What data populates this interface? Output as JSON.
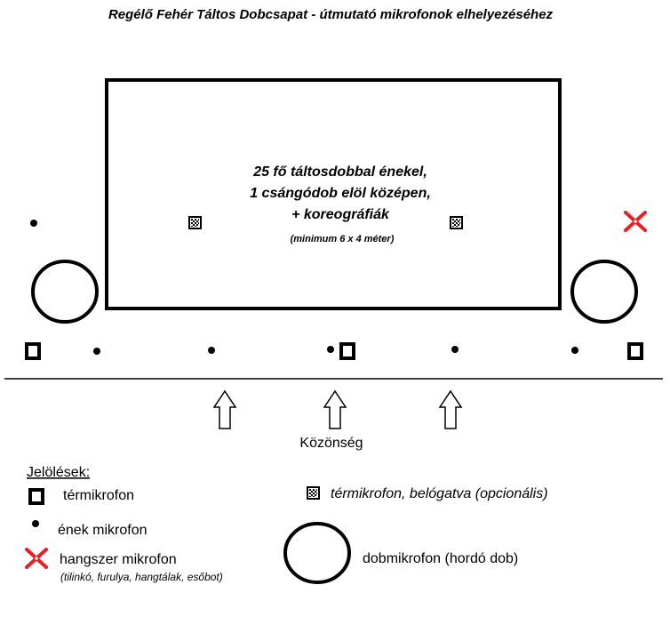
{
  "title": "Regélő Fehér Táltos Dobcsapat - útmutató mikrofonok elhelyezéséhez",
  "stage": {
    "line1": "25 fő táltosdobbal énekel,",
    "line2": "1 csángódob elöl középen,",
    "line3": "+ koreográfiák",
    "note": "(minimum 6 x 4 méter)"
  },
  "audience": "Közönség",
  "legend": {
    "heading": "Jelölések:",
    "room_mic": "térmikrofon",
    "room_mic_hanging": "térmikrofon, belógatva (opcionális)",
    "vocal_mic": "ének mikrofon",
    "instrument_mic": "hangszer mikrofon",
    "instrument_note": "(tilinkó, furulya, hangtálak, esőbot)",
    "drum_mic": "dobmikrofon (hordó dob)"
  },
  "colors": {
    "ink": "#000000",
    "instrument_mark": "#ee1c24",
    "background": "#ffffff"
  },
  "icons": {
    "room_mic": "square-outline-icon",
    "room_mic_hanging": "checkered-square-icon",
    "vocal_mic": "dot-icon",
    "instrument_mic": "red-x-icon",
    "drum_mic": "circle-outline-icon",
    "audience_direction": "arrow-up-outline-icon"
  }
}
